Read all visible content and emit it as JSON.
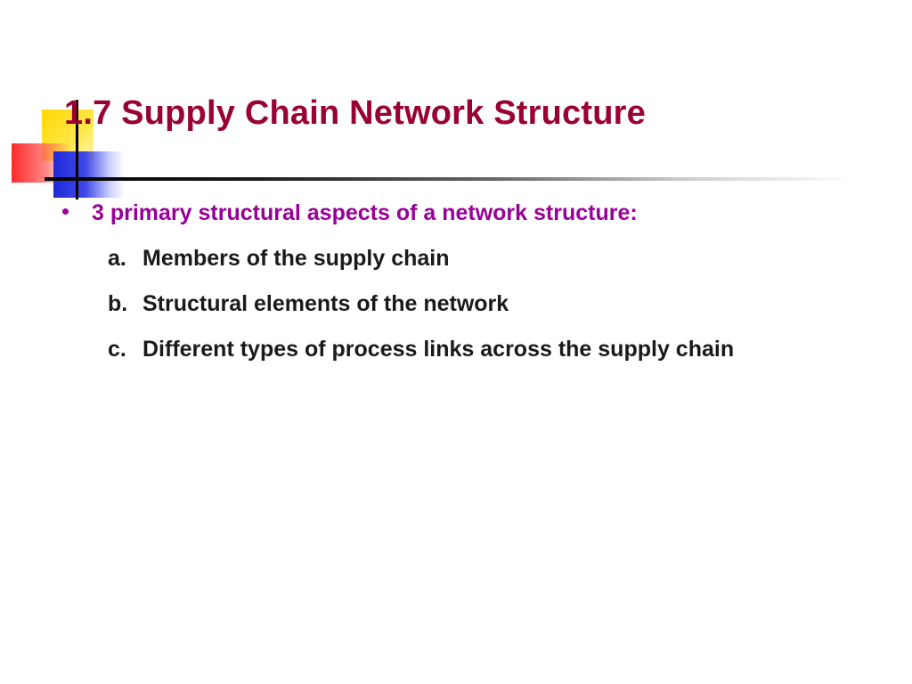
{
  "slide": {
    "title": "1.7  Supply Chain Network Structure",
    "bullet": {
      "text": "3 primary structural aspects of a network structure:",
      "color": "#990099"
    },
    "sub_items": [
      {
        "letter": "a.",
        "text": "Members of the supply chain"
      },
      {
        "letter": "b.",
        "text": "Structural elements of the network"
      },
      {
        "letter": "c.",
        "text": "Different types of process links across the supply chain"
      }
    ],
    "colors": {
      "title": "#990033",
      "logo_yellow": "#ffd700",
      "logo_red": "#ff1e1e",
      "logo_blue": "#1e2ad8"
    }
  }
}
